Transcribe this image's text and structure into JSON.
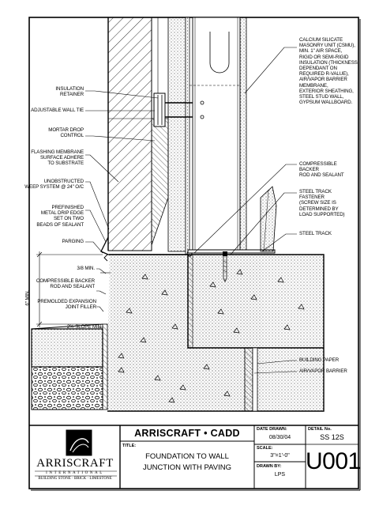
{
  "labels": {
    "insulation_retainer": "INSULATION\nRETAINER",
    "adjustable_wall_tie": "ADJUSTABLE WALL TIE",
    "mortar_drop_control": "MORTAR DROP\nCONTROL",
    "flashing_membrane": "FLASHING MEMBRANE\nSURFACE ADHERE\nTO SUBSTRATE",
    "weep_system": "UNOBSTRUCTED\nWEEP SYSTEM @ 24\" O/C",
    "drip_edge": "PREFINISHED\nMETAL DRIP EDGE\nSET ON TWO\nBEADS OF SEALANT",
    "parging": "PARGING",
    "min_3_8": "3/8 MIN.",
    "min_6": "6\" MIN.",
    "backer_rod_left": "COMPRESSIBLE BACKER\nROD AND SEALANT",
    "expansion_filler": "PREMOLDED EXPANSION\nJOINT FILLER",
    "slope_min": "2% SLOPE MIN",
    "wall_assembly": "CALCIUM SILICATE\nMASONRY UNIT (CSMU),\nMIN. 1\" AIR SPACE,\nRIGID OR SEMI-RIGID\nINSULATION (THICKNESS\nDEPENDANT ON\nREQUIRED R-VALUE),\nAIR/VAPOR BARRIER\nMEMBRANE,\nEXTERIOR SHEATHING,\nSTEEL STUD WALL,\nGYPSUM WALLBOARD.",
    "backer_rod_right": "COMPRESSIBLE BACKER\nROD AND SEALANT",
    "steel_track_fastener": "STEEL TRACK FASTENER\n(SCREW SIZE IS\nDETERMINED BY\nLOAD SUPPORTED)",
    "steel_track": "STEEL TRACK",
    "building_paper": "BUILDING PAPER",
    "air_vapor_barrier": "AIR/VAPOR BARRIER"
  },
  "title_block": {
    "company_heading": "ARRISCRAFT • CADD",
    "logo_name": "ARRISCRAFT",
    "logo_sub": "INTERNATIONAL",
    "logo_tagline": "BUILDING STONE · BRICK · LIMESTONE",
    "title_label": "TITLE:",
    "title_line1": "FOUNDATION TO WALL",
    "title_line2": "JUNCTION WITH PAVING",
    "date_label": "DATE DRAWN:",
    "date_value": "08/30/04",
    "scale_label": "SCALE:",
    "scale_value": "3\"=1'-0\"",
    "drawn_label": "DRAWN BY:",
    "drawn_value": "LPS",
    "detail_label": "DETAIL No.",
    "detail_value": "SS 12S",
    "sheet_number": "U001"
  }
}
